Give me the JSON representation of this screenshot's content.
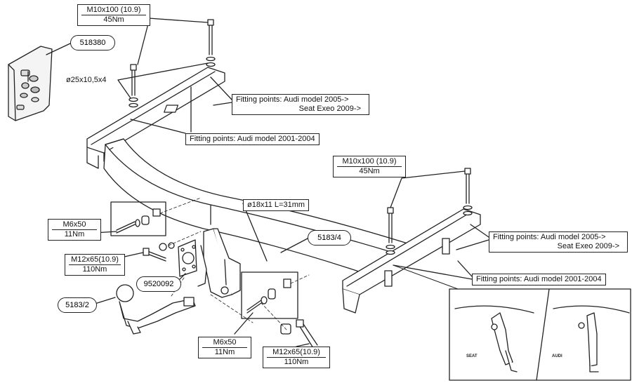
{
  "torque_specs": {
    "top_left": {
      "bolt": "M10x100 (10.9)",
      "torque": "45Nm"
    },
    "right": {
      "bolt": "M10x100 (10.9)",
      "torque": "45Nm"
    },
    "left_m6": {
      "bolt": "M6x50",
      "torque": "11Nm"
    },
    "left_m12": {
      "bolt": "M12x65(10.9)",
      "torque": "110Nm"
    },
    "bottom_m6": {
      "bolt": "M6x50",
      "torque": "11Nm"
    },
    "bottom_m12": {
      "bolt": "M12x65(10.9)",
      "torque": "110Nm"
    }
  },
  "washer_label": "ø25x10,5x4",
  "spacer_label": "ø18x11 L=31mm",
  "part_numbers": {
    "fitting_kit": "518380",
    "crossbar": "5183/4",
    "ball": "5183/2",
    "socket_plate": "9520092"
  },
  "fitting_notes": {
    "left_2005": {
      "line1": "Fitting points: Audi model 2005->",
      "line2": "Seat Exeo 2009->"
    },
    "left_2001": "Fitting points: Audi model 2001-2004",
    "right_2005": {
      "line1": "Fitting points: Audi model 2005->",
      "line2": "Seat Exeo 2009->"
    },
    "right_2001": "Fitting points: Audi model 2001-2004"
  },
  "inset_labels": {
    "left": "SEAT",
    "right": "AUDI"
  }
}
